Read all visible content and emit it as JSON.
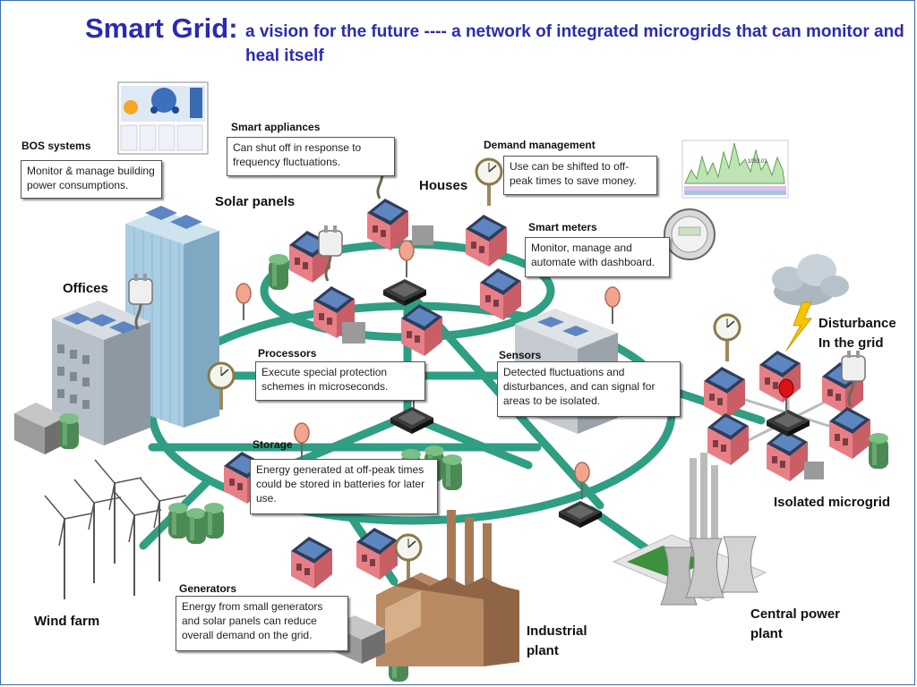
{
  "title": {
    "main": "Smart Grid:",
    "sub": "a vision for the future ---- a network of integrated microgrids that can monitor and heal itself"
  },
  "callouts": {
    "bos": {
      "heading": "BOS systems",
      "text": "Monitor & manage building power consumptions."
    },
    "smart_appliances": {
      "heading": "Smart appliances",
      "text": "Can shut off in response to frequency fluctuations."
    },
    "demand_management": {
      "heading": "Demand management",
      "text": "Use can be shifted to off-peak times to save money."
    },
    "smart_meters": {
      "heading": "Smart meters",
      "text": "Monitor, manage and automate with dashboard."
    },
    "processors": {
      "heading": "Processors",
      "text": "Execute special protection schemes in microseconds."
    },
    "sensors": {
      "heading": "Sensors",
      "text": "Detected fluctuations and disturbances, and can signal for areas to be isolated."
    },
    "storage": {
      "heading": "Storage",
      "text": "Energy generated at off-peak times could be stored in batteries for later use."
    },
    "generators": {
      "heading": "Generators",
      "text": "Energy from small generators and solar panels can reduce overall demand on the grid."
    }
  },
  "labels": {
    "solar_panels": "Solar panels",
    "houses": "Houses",
    "offices": "Offices",
    "disturbance_line1": "Disturbance",
    "disturbance_line2": "In the grid",
    "isolated_microgrid": "Isolated microgrid",
    "wind_farm": "Wind farm",
    "industrial_line1": "Industrial",
    "industrial_line2": "plant",
    "central_line1": "Central power",
    "central_line2": "plant"
  },
  "meter_chart_readout": "1053.01",
  "colors": {
    "title": "#2b2bb0",
    "grid_line": "#2f9e83",
    "house_wall": "#e87f86",
    "house_roof": "#2f3d5a",
    "solar_cell": "#5d86c0",
    "lightning": "#f6c400",
    "sensor_alert": "#d11"
  }
}
